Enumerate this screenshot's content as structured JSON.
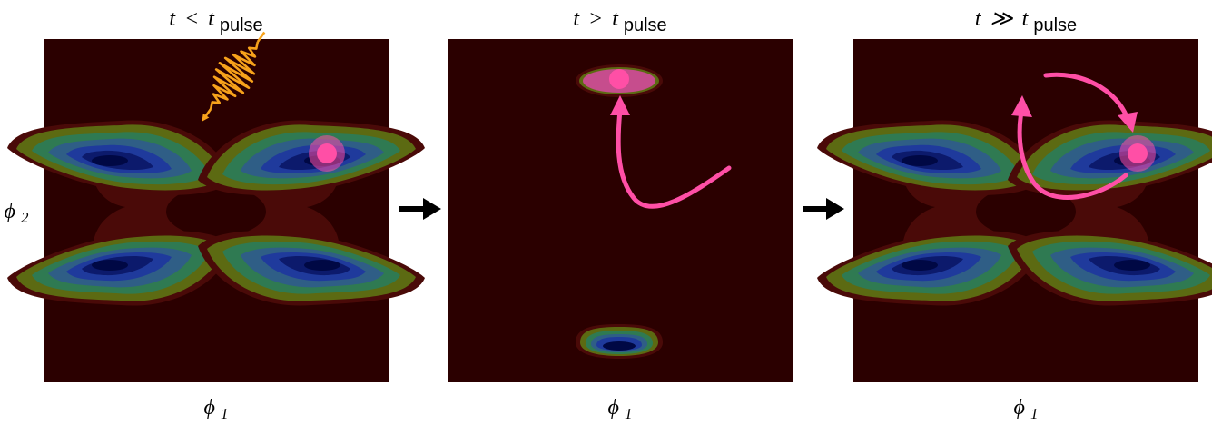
{
  "panels": [
    {
      "title_var": "t",
      "title_relation": "<",
      "title_sub": "pulse",
      "xlabel_var": "ϕ",
      "xlabel_sub": "1",
      "ylabel_var": "ϕ",
      "ylabel_sub": "2"
    },
    {
      "title_var": "t",
      "title_relation": ">",
      "title_sub": "pulse",
      "xlabel_var": "ϕ",
      "xlabel_sub": "1"
    },
    {
      "title_var": "t",
      "title_relation": "≫",
      "title_sub": "pulse",
      "xlabel_var": "ϕ",
      "xlabel_sub": "1"
    }
  ],
  "colors": {
    "background": "#2b0000",
    "contour_levels": [
      "#4a0a08",
      "#5c6a12",
      "#2f7a52",
      "#2f5e86",
      "#1f3a9c",
      "#0c1a6c",
      "#000844"
    ],
    "particle": "#ff4fa6",
    "pulse": "#f7a21b",
    "step_arrow": "#000000"
  },
  "icons": {
    "pulse": "laser-pulse-icon",
    "step": "right-arrow-icon"
  }
}
